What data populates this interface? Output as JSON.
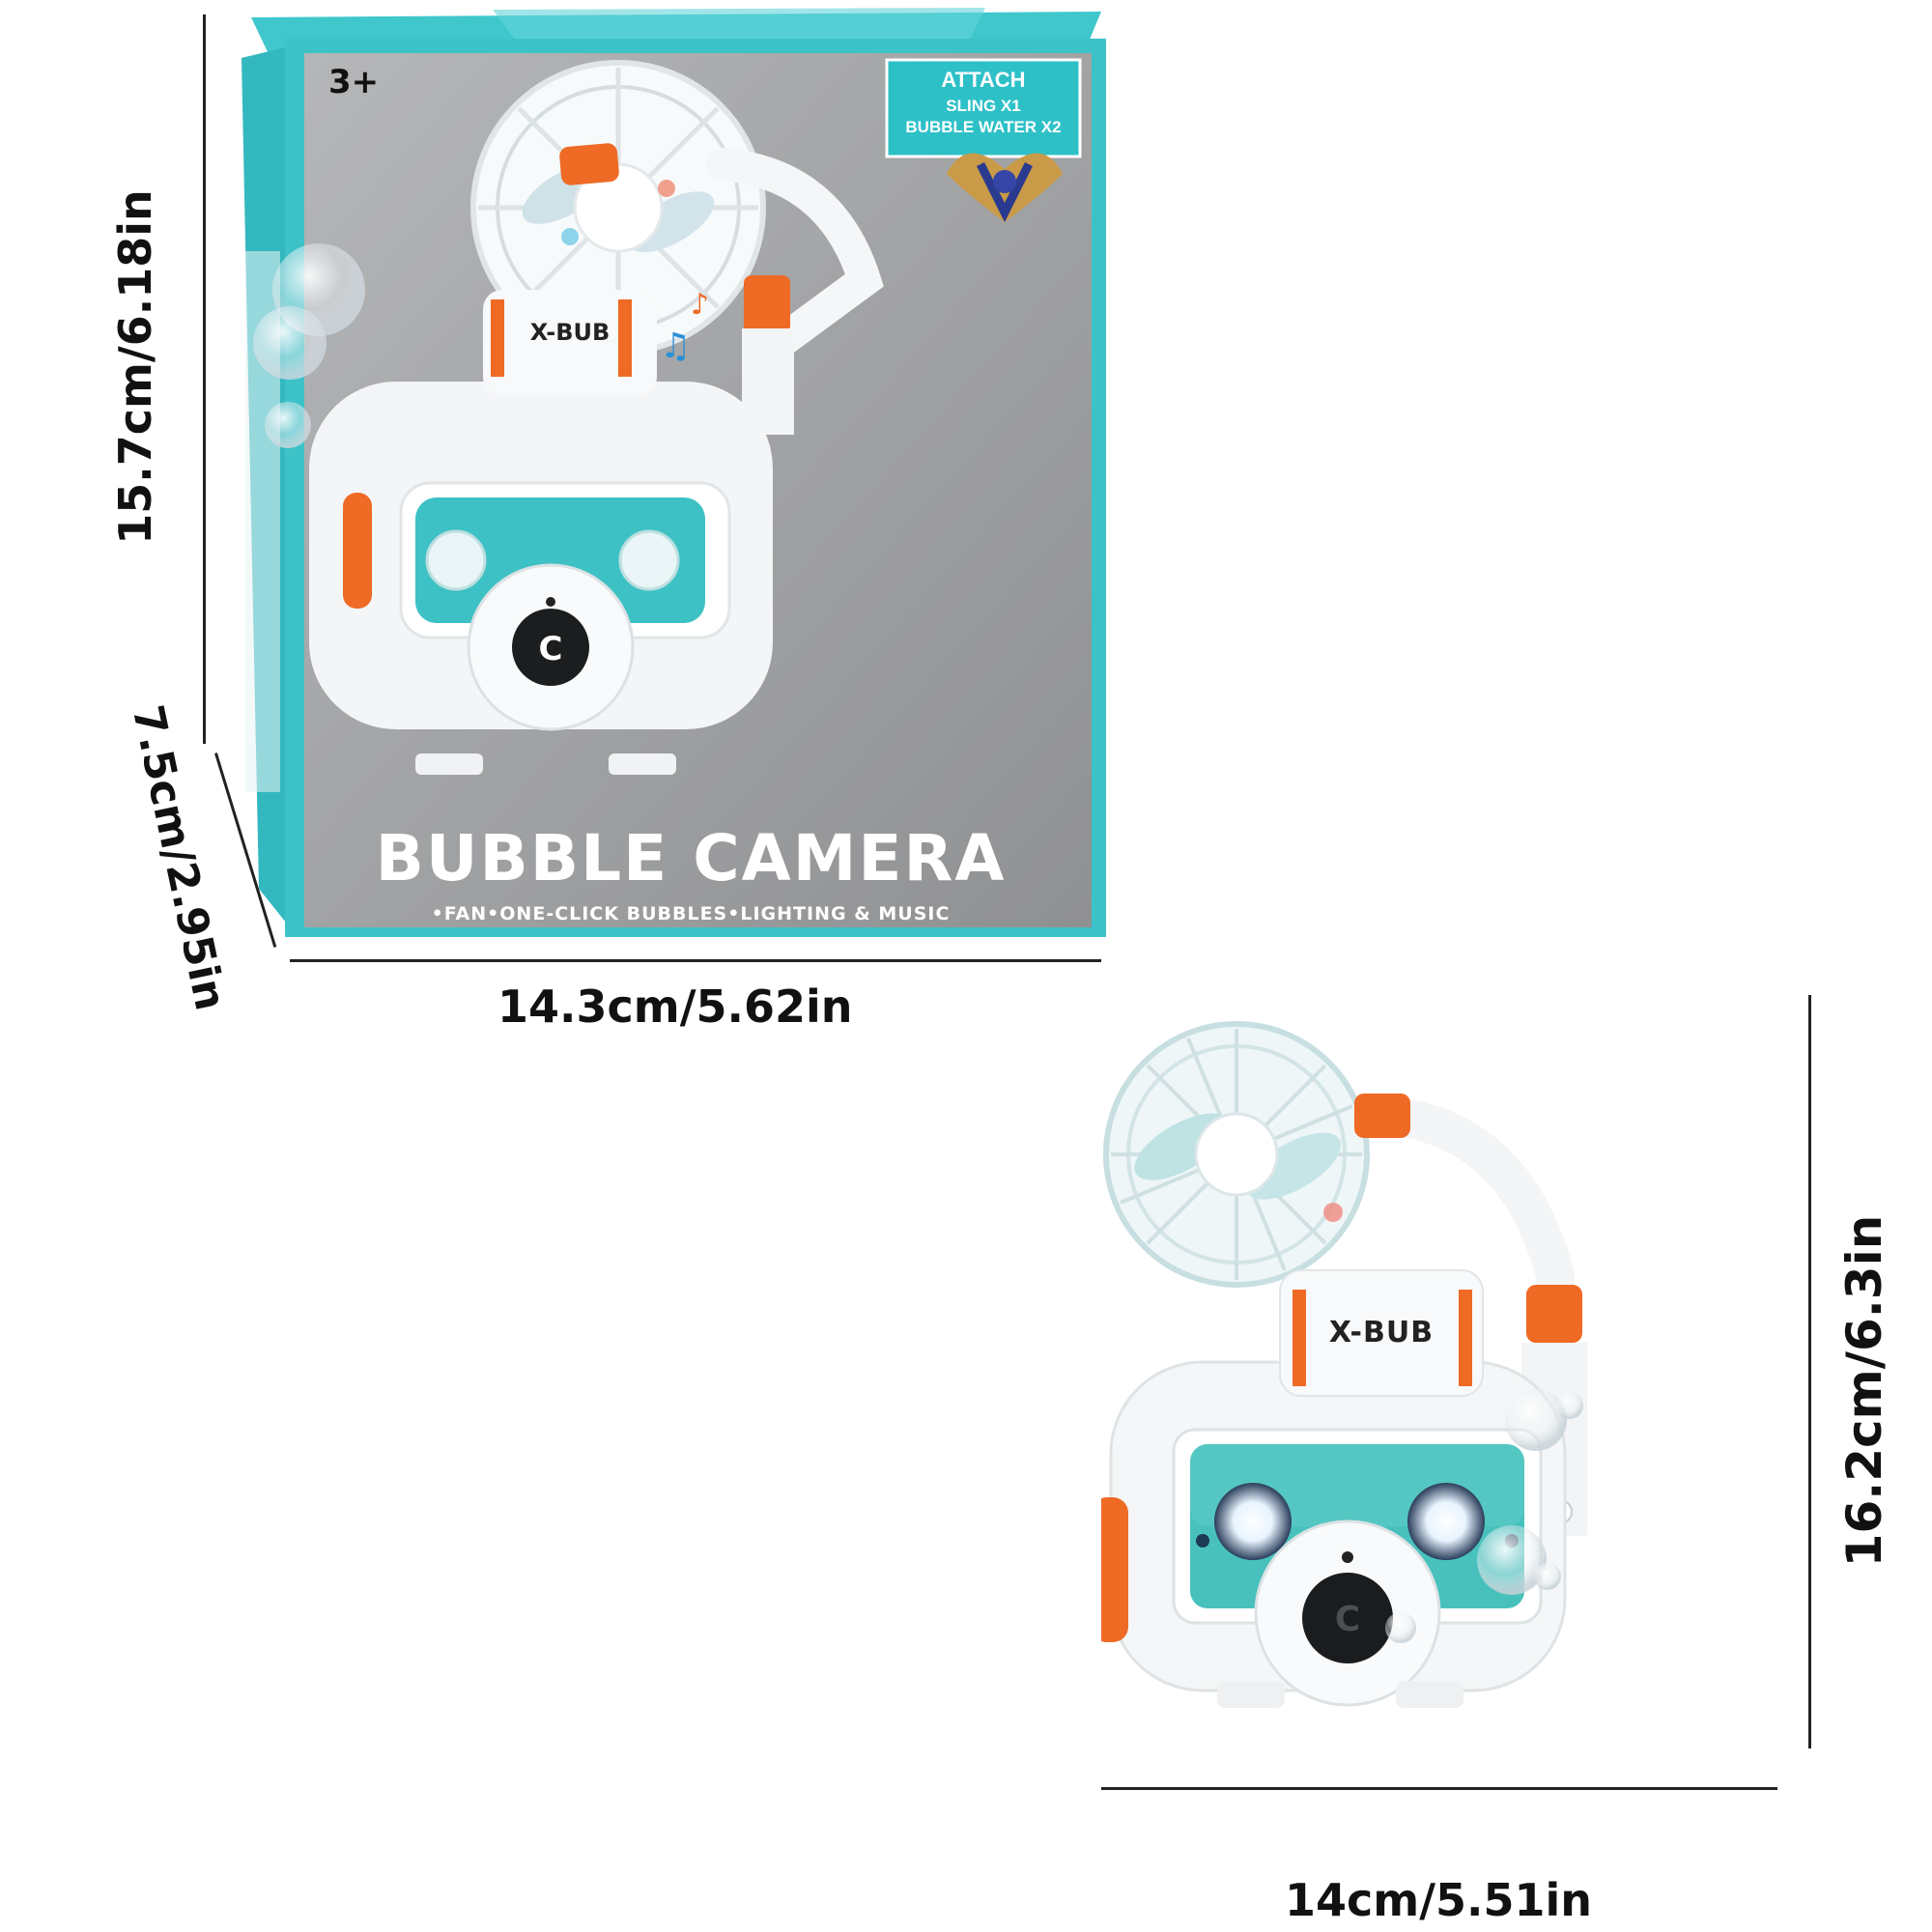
{
  "box": {
    "age": "3+",
    "attach": {
      "heading": "ATTACH",
      "line1": "SLING X1",
      "line2": "BUBBLE WATER X2"
    },
    "side_text_1": "BUBBLE",
    "side_text_2": "CAMERA",
    "brand": "X-BUB",
    "title": "BUBBLE CAMERA",
    "features": "•FAN•ONE-CLICK BUBBLES•LIGHTING & MUSIC"
  },
  "product": {
    "brand": "X-BUB"
  },
  "dimensions": {
    "box_height": "15.7cm/6.18in",
    "box_depth": "7.5cm/2.95in",
    "box_width": "14.3cm/5.62in",
    "product_height": "16.2cm/6.3in",
    "product_width": "14cm/5.51in"
  },
  "colors": {
    "teal": "#3cc3c9",
    "box_gray": "#9a9b9d",
    "orange": "#ee6a25",
    "white": "#ffffff",
    "lens_teal": "#48c1bd"
  },
  "icons": [
    "fan-icon",
    "music-note-icon",
    "bubble-icon",
    "logo-emblem-icon"
  ]
}
